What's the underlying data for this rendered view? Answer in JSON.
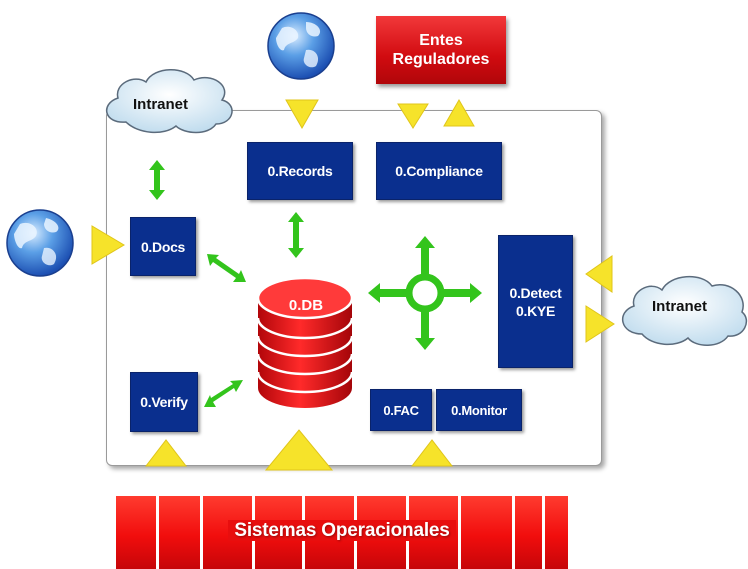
{
  "regulators": {
    "line1": "Entes",
    "line2": "Reguladores"
  },
  "clouds": {
    "left": "Intranet",
    "right": "Intranet"
  },
  "modules": {
    "records": "0.Records",
    "compliance": "0.Compliance",
    "docs": "0.Docs",
    "db": "0.DB",
    "detect_line1": "0.Detect",
    "detect_line2": "0.KYE",
    "verify": "0.Verify",
    "fac": "0.FAC",
    "monitor": "0.Monitor"
  },
  "operational_systems": "Sistemas Operacionales",
  "colors": {
    "module_blue": "#0a2f8e",
    "red": "#e2191b",
    "arrow_green": "#33c41c",
    "arrow_yellow": "#f6e32a",
    "cloud": "#dcebf4"
  },
  "icons": [
    "globe-icon",
    "cloud-icon",
    "database-icon",
    "hub-icon"
  ]
}
